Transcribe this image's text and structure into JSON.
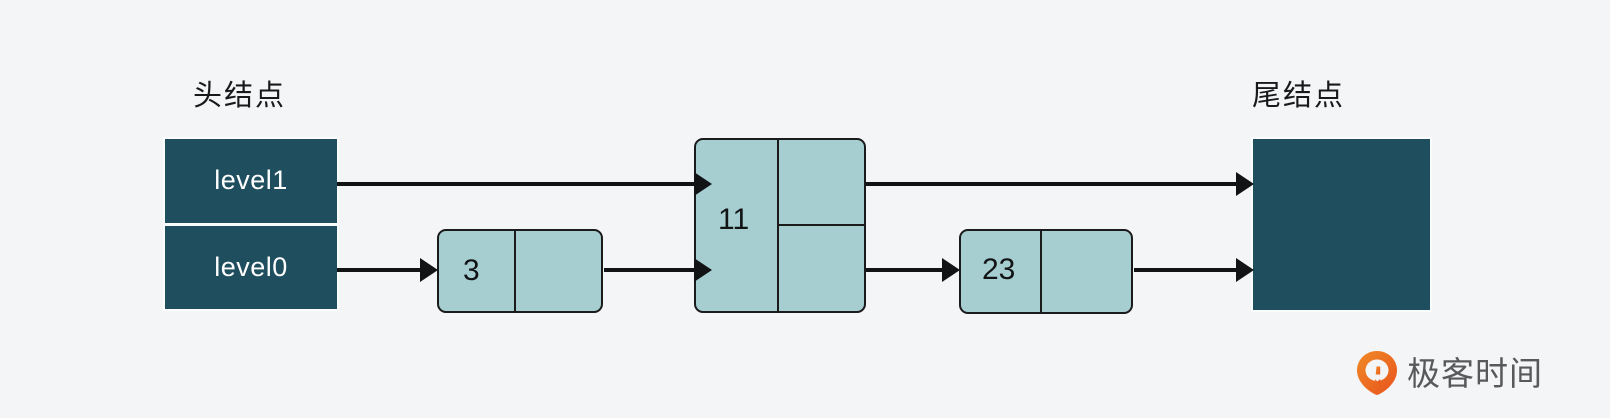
{
  "diagram": {
    "type": "skip-list",
    "background_color": "#f4f5f7",
    "palette": {
      "sentinel_fill": "#1f4e5f",
      "node_fill": "#a6ced1",
      "stroke": "#111315",
      "sentinel_text": "#ffffff",
      "label_text": "#18191b",
      "watermark_orange": "#ef6320"
    },
    "head": {
      "label": "头结点",
      "cells": [
        {
          "name": "level1",
          "text": "level1"
        },
        {
          "name": "level0",
          "text": "level0"
        }
      ]
    },
    "tail": {
      "label": "尾结点",
      "text": ""
    },
    "nodes": [
      {
        "key": "3",
        "levels": 1,
        "name": "node-3"
      },
      {
        "key": "11",
        "levels": 2,
        "name": "node-11"
      },
      {
        "key": "23",
        "levels": 1,
        "name": "node-23"
      }
    ],
    "links": [
      {
        "from": "head.level1",
        "to": "node-11",
        "level": "level1"
      },
      {
        "from": "head.level0",
        "to": "node-3",
        "level": "level0"
      },
      {
        "from": "node-3",
        "to": "node-11",
        "level": "level0"
      },
      {
        "from": "node-11",
        "to": "tail",
        "level": "level1"
      },
      {
        "from": "node-11",
        "to": "node-23",
        "level": "level0"
      },
      {
        "from": "node-23",
        "to": "tail",
        "level": "level0"
      }
    ]
  },
  "watermark": {
    "text": "极客时间",
    "icon": "geektime-pin-logo"
  }
}
